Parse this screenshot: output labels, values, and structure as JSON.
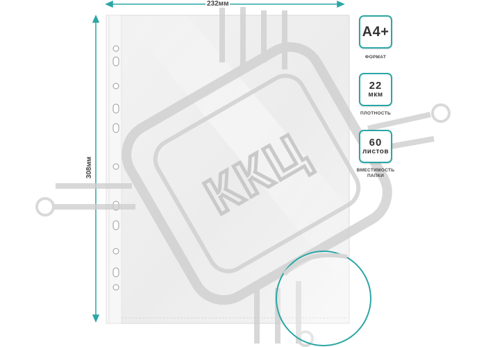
{
  "dimensions": {
    "width_label": "232мм",
    "height_label": "308мм"
  },
  "specs": [
    {
      "value": "A4+",
      "unit": "",
      "caption": "ФОРМАТ"
    },
    {
      "value": "22",
      "unit": "мкм",
      "caption": "ПЛОТНОСТЬ"
    },
    {
      "value": "60",
      "unit": "листов",
      "caption": "ВМЕСТИМОСТЬ ПАПКИ"
    }
  ],
  "watermark": {
    "text": "ККЦ"
  },
  "colors": {
    "accent": "#2aa6a5",
    "text": "#333333",
    "watermark": "#cfcfcf"
  }
}
